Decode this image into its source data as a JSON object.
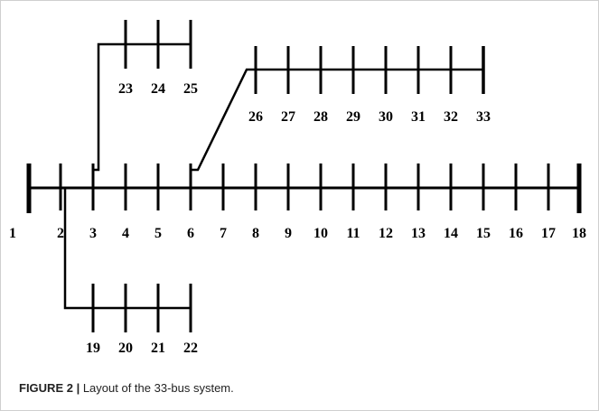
{
  "diagram": {
    "main_feeder_buses": [
      "1",
      "2",
      "3",
      "4",
      "5",
      "6",
      "7",
      "8",
      "9",
      "10",
      "11",
      "12",
      "13",
      "14",
      "15",
      "16",
      "17",
      "18"
    ],
    "lateral_from_bus_2": [
      "19",
      "20",
      "21",
      "22"
    ],
    "lateral_from_bus_3": [
      "23",
      "24",
      "25"
    ],
    "lateral_from_bus_6": [
      "26",
      "27",
      "28",
      "29",
      "30",
      "31",
      "32",
      "33"
    ]
  },
  "caption": {
    "figure_label": "FIGURE 2 |",
    "text": "Layout of the 33-bus system."
  },
  "colors": {
    "line": "#000000",
    "border": "#cfcfcf"
  }
}
